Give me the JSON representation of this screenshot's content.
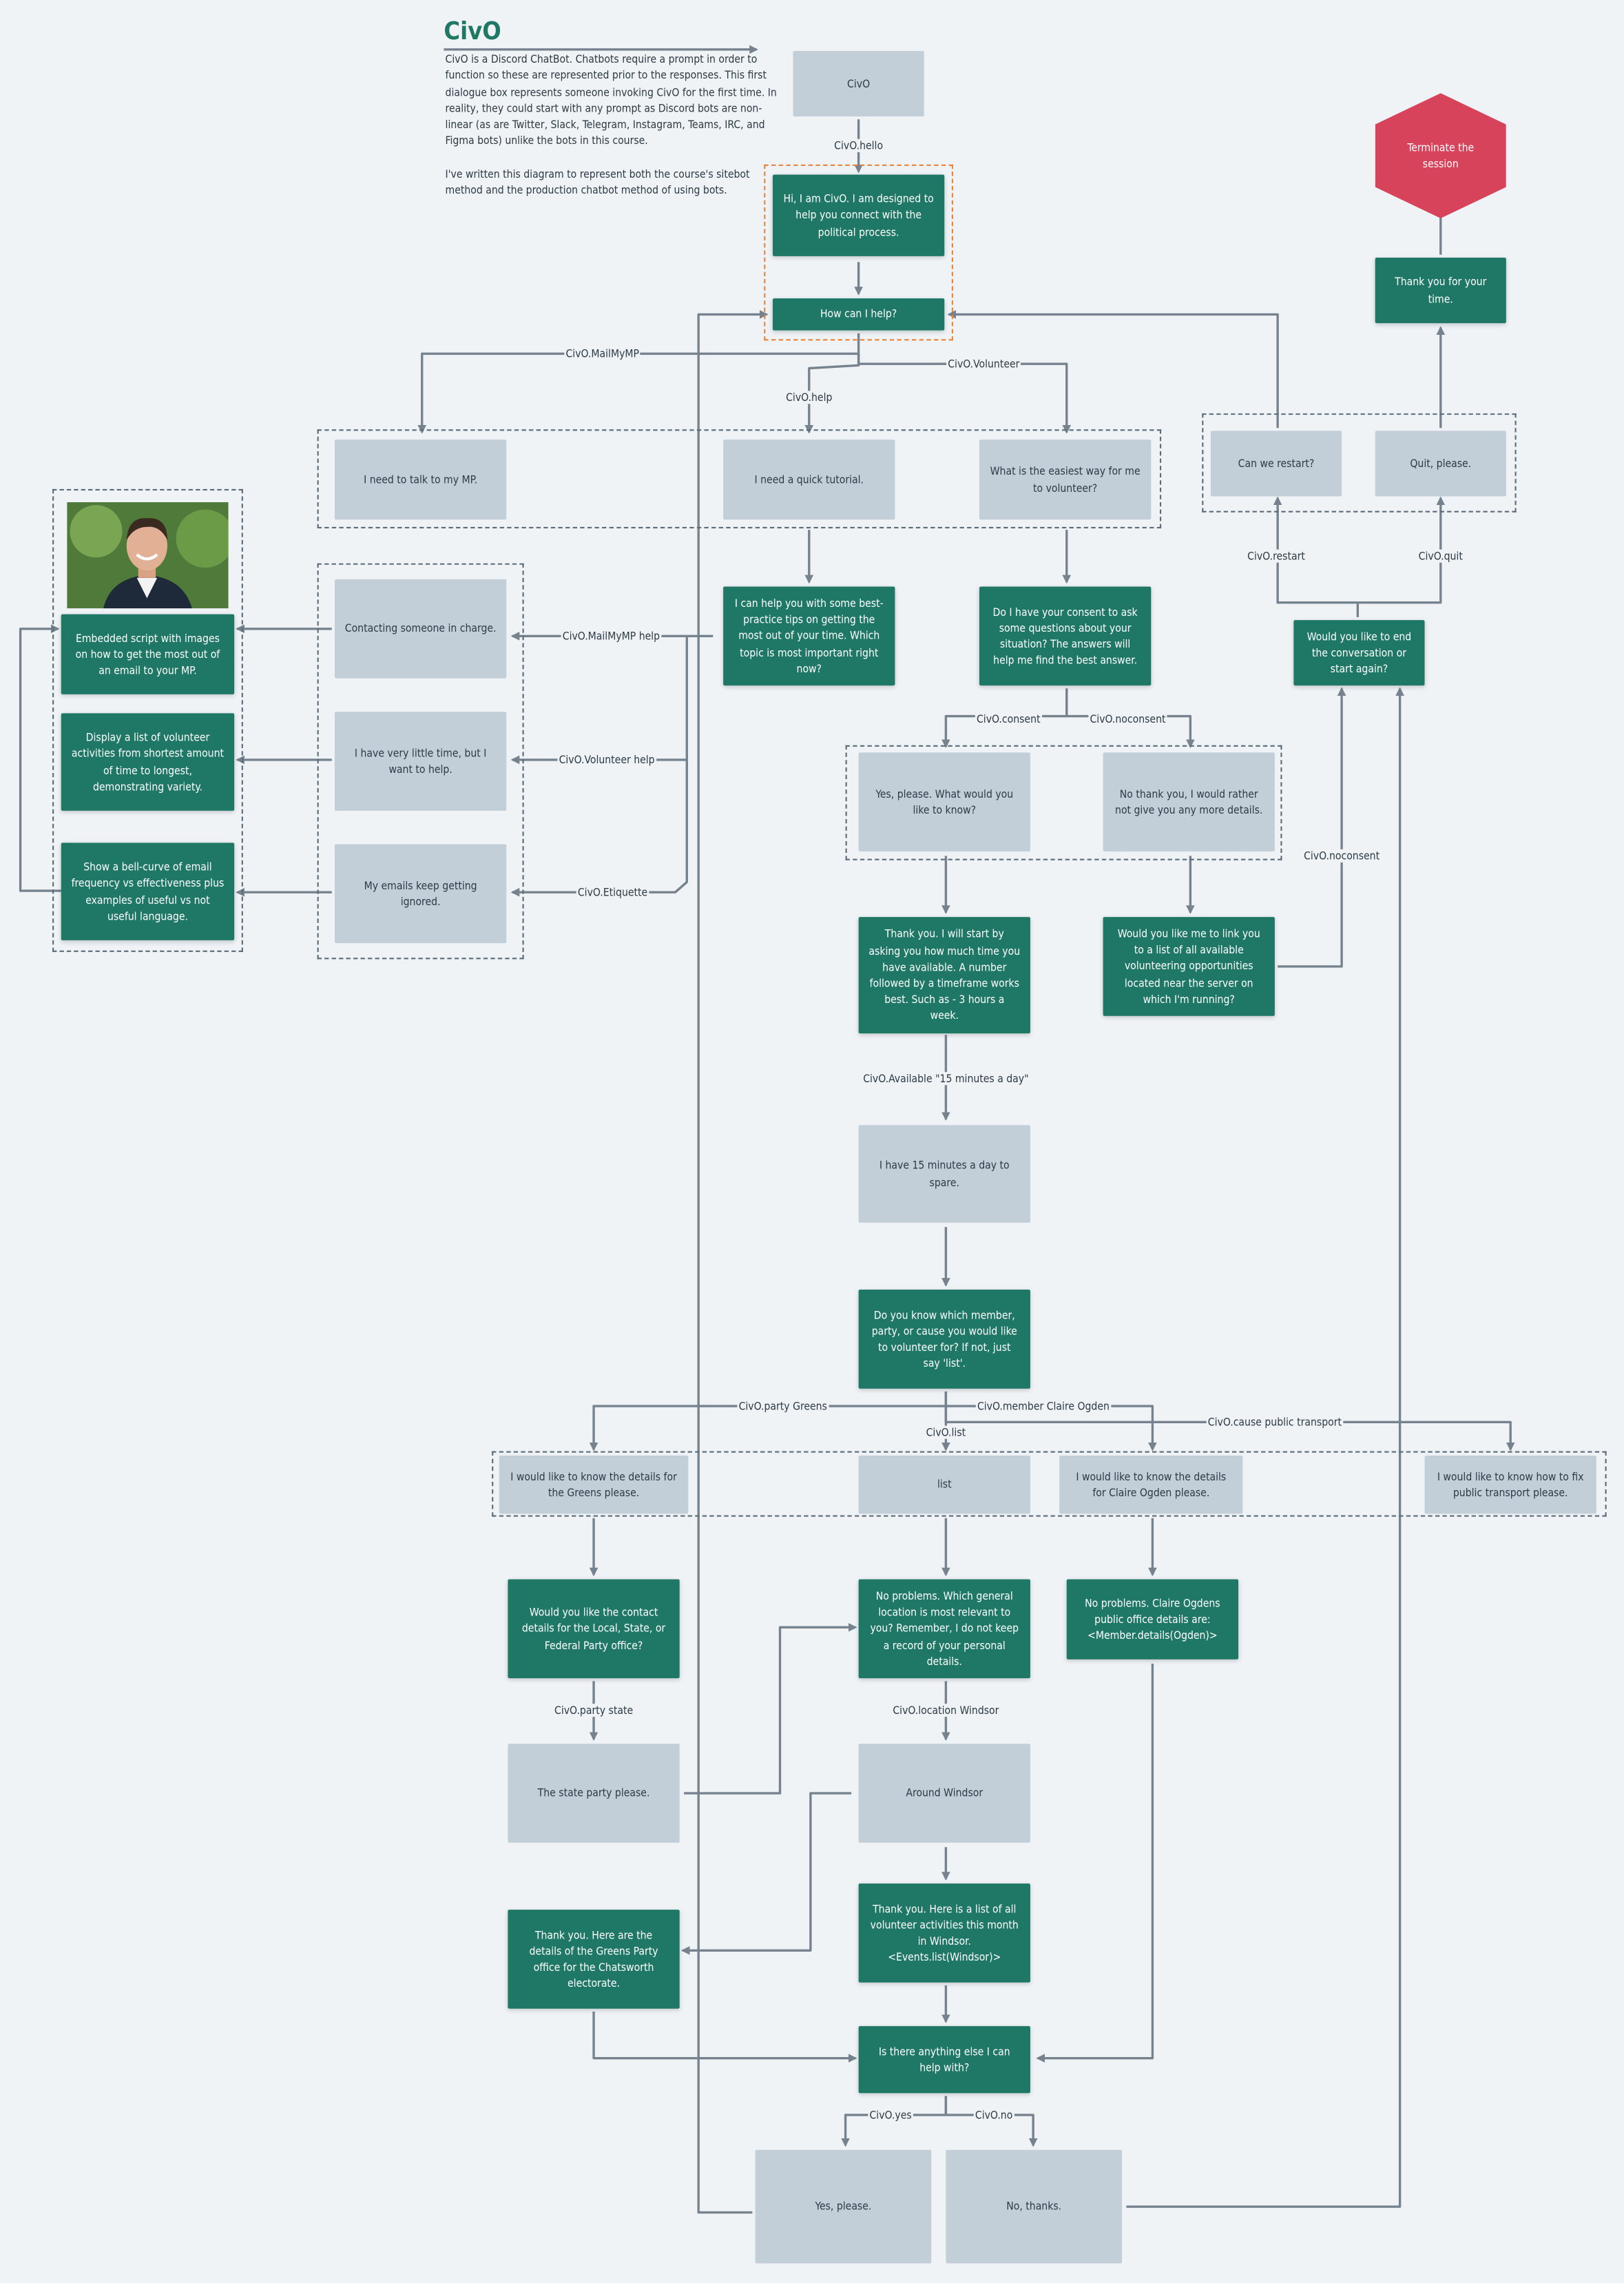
{
  "title": "CivO",
  "intro": [
    "CivO is a Discord ChatBot. Chatbots require a prompt in order to function so these are represented prior to the responses. This first dialogue box represents someone invoking CivO for the first time. In reality, they could start with any prompt as Discord bots are non-linear (as are Twitter, Slack, Telegram, Instagram, Teams, IRC, and Figma bots) unlike the bots in this course.",
    "I've written this diagram to represent both the course's sitebot method and the production chatbot method of using bots."
  ],
  "nodes": {
    "civo": "CivO",
    "hello": "Hi, I am CivO. I am designed to help you connect with the political process.",
    "how_help": "How can I help?",
    "mp": "I need to talk to my MP.",
    "tutorial": "I need a quick tutorial.",
    "volunteer": "What is the easiest way for me to volunteer?",
    "embedded": "Embedded script with images on how to get the most out of an email to your MP.",
    "display_list": "Display a list of volunteer activities from shortest amount of time to longest, demonstrating variety.",
    "bell_curve": "Show a bell-curve of email frequency vs effectiveness plus examples of useful vs not useful language.",
    "contacting": "Contacting someone in charge.",
    "little_time": "I have very little time, but I want to help.",
    "emails_ignored": "My emails keep getting ignored.",
    "tips": "I can help you with some best-practice tips on getting the most out of your time. Which topic is most important right now?",
    "consent": "Do I have your consent to ask some questions about your situation? The answers will help me find the best answer.",
    "yes_know": "Yes, please. What would you like to know?",
    "no_details": "No thank you, I would rather not give you any more details.",
    "thank_start": "Thank you. I will start by asking you how much time you have available. A number followed by a timeframe works best. Such as - 3 hours a week.",
    "link_list": "Would you like me to link you to a list of all available volunteering opportunities located near the server on which I'm running?",
    "fifteen": "I have 15 minutes a day to spare.",
    "which_member": "Do you know which member, party, or cause you would like to volunteer for? If not, just say 'list'.",
    "greens": "I would like to know the details for the Greens  please.",
    "list": "list",
    "claire": "I would like to know the details for Claire Ogden please.",
    "transport": "I would like to know how to fix public transport please.",
    "contact_details": "Would you like the contact details for the Local, State, or Federal Party office?",
    "no_problems": "No problems. Which general location is most relevant to you? Remember, I do not keep a record of your personal details.",
    "claire_details": "No problems. Claire Ogdens public office details are: <Member.details(Ogden)>",
    "state_party": "The state party please.",
    "around_windsor": "Around Windsor",
    "greens_office": "Thank you. Here are the details of the Greens Party office for the Chatsworth electorate.",
    "windsor_list": "Thank you. Here is a list of all volunteer activities this month in Windsor. <Events.list(Windsor)>",
    "anything_else": "Is there anything else I can help with?",
    "yes_please": "Yes, please.",
    "no_thanks": "No, thanks.",
    "restart": "Can we restart?",
    "quit": "Quit, please.",
    "end_q": "Would you like to end the conversation or start again?",
    "thank_time": "Thank you for your time.",
    "terminate": "Terminate the session"
  },
  "labels": {
    "hello": "CivO.hello",
    "mailmymp": "CivO.MailMyMP",
    "help": "CivO.help",
    "volunteer": "CivO.Volunteer",
    "mailmymp_help": "CivO.MailMyMP help",
    "volunteer_help": "CivO.Volunteer help",
    "etiquette": "CivO.Etiquette",
    "consent": "CivO.consent",
    "noconsent": "CivO.noconsent",
    "noconsent2": "CivO.noconsent",
    "available": "CivO.Available \"15 minutes a day\"",
    "party_greens": "CivO.party Greens",
    "member_claire": "CivO.member Claire Ogden",
    "list": "CivO.list",
    "cause_transport": "CivO.cause public transport",
    "party_state": "CivO.party state",
    "location_windsor": "CivO.location Windsor",
    "yes": "CivO.yes",
    "no": "CivO.no",
    "restart": "CivO.restart",
    "quit": "CivO.quit"
  },
  "colors": {
    "primary": "#1f7866",
    "user": "#c3cfd8",
    "terminate": "#d6435a",
    "line": "#76838f",
    "highlight": "#e8833a",
    "background": "#eff3f6"
  }
}
